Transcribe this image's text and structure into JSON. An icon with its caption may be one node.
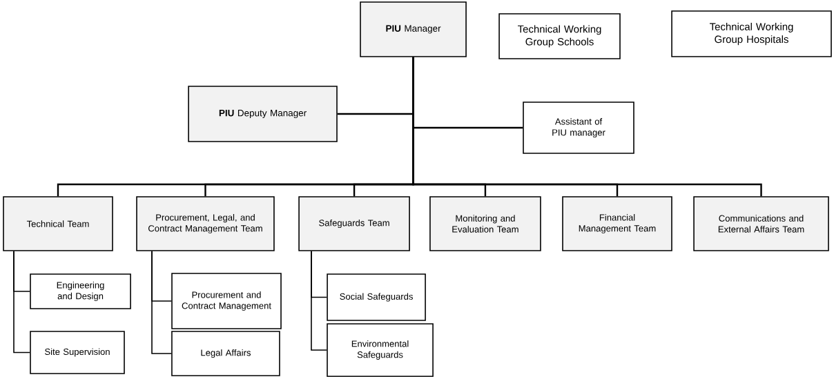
{
  "diagram": {
    "nodes": [
      {
        "text": [
          "**PIU** Manager"
        ]
      },
      {
        "text": [
          "Technical Working Group Schools"
        ]
      },
      {
        "text": [
          "Technical Working Group Hospitals"
        ]
      },
      {
        "text": [
          "**PIU** Deputy Manager"
        ]
      },
      {
        "text": [
          "Assistant of PIU manager"
        ]
      },
      {
        "text": [
          "Technical Team"
        ]
      },
      {
        "text": [
          "Procurement, Legal, and Contract Management Team"
        ]
      },
      {
        "text": [
          "Safeguards Team"
        ]
      },
      {
        "text": [
          "Monitoring and Evaluation Team"
        ]
      },
      {
        "text": [
          "Financial Management Team"
        ]
      },
      {
        "text": [
          "Communications and External Affairs Team"
        ]
      },
      {
        "text": [
          "Engineering and Design"
        ]
      },
      {
        "text": [
          "Site Supervision"
        ]
      },
      {
        "text": [
          "Procurement and Contract Management"
        ]
      },
      {
        "text": [
          "Legal Affairs"
        ]
      },
      {
        "text": [
          "Social Safeguards"
        ]
      },
      {
        "text": [
          "Environmental Safeguards"
        ]
      }
    ],
    "edges": [
      {
        "from": 0,
        "to": 3,
        "arrow": "none"
      },
      {
        "from": 0,
        "to": 4,
        "arrow": "none"
      },
      {
        "from": 0,
        "to": 5,
        "arrow": "none"
      },
      {
        "from": 0,
        "to": 6,
        "arrow": "none"
      },
      {
        "from": 0,
        "to": 7,
        "arrow": "none"
      },
      {
        "from": 0,
        "to": 8,
        "arrow": "none"
      },
      {
        "from": 0,
        "to": 9,
        "arrow": "none"
      },
      {
        "from": 0,
        "to": 10,
        "arrow": "none"
      },
      {
        "from": 5,
        "to": 11,
        "arrow": "none"
      },
      {
        "from": 5,
        "to": 12,
        "arrow": "none"
      },
      {
        "from": 6,
        "to": 13,
        "arrow": "none"
      },
      {
        "from": 6,
        "to": 14,
        "arrow": "none"
      },
      {
        "from": 7,
        "to": 15,
        "arrow": "none"
      },
      {
        "from": 7,
        "to": 16,
        "arrow": "none"
      }
    ]
  }
}
